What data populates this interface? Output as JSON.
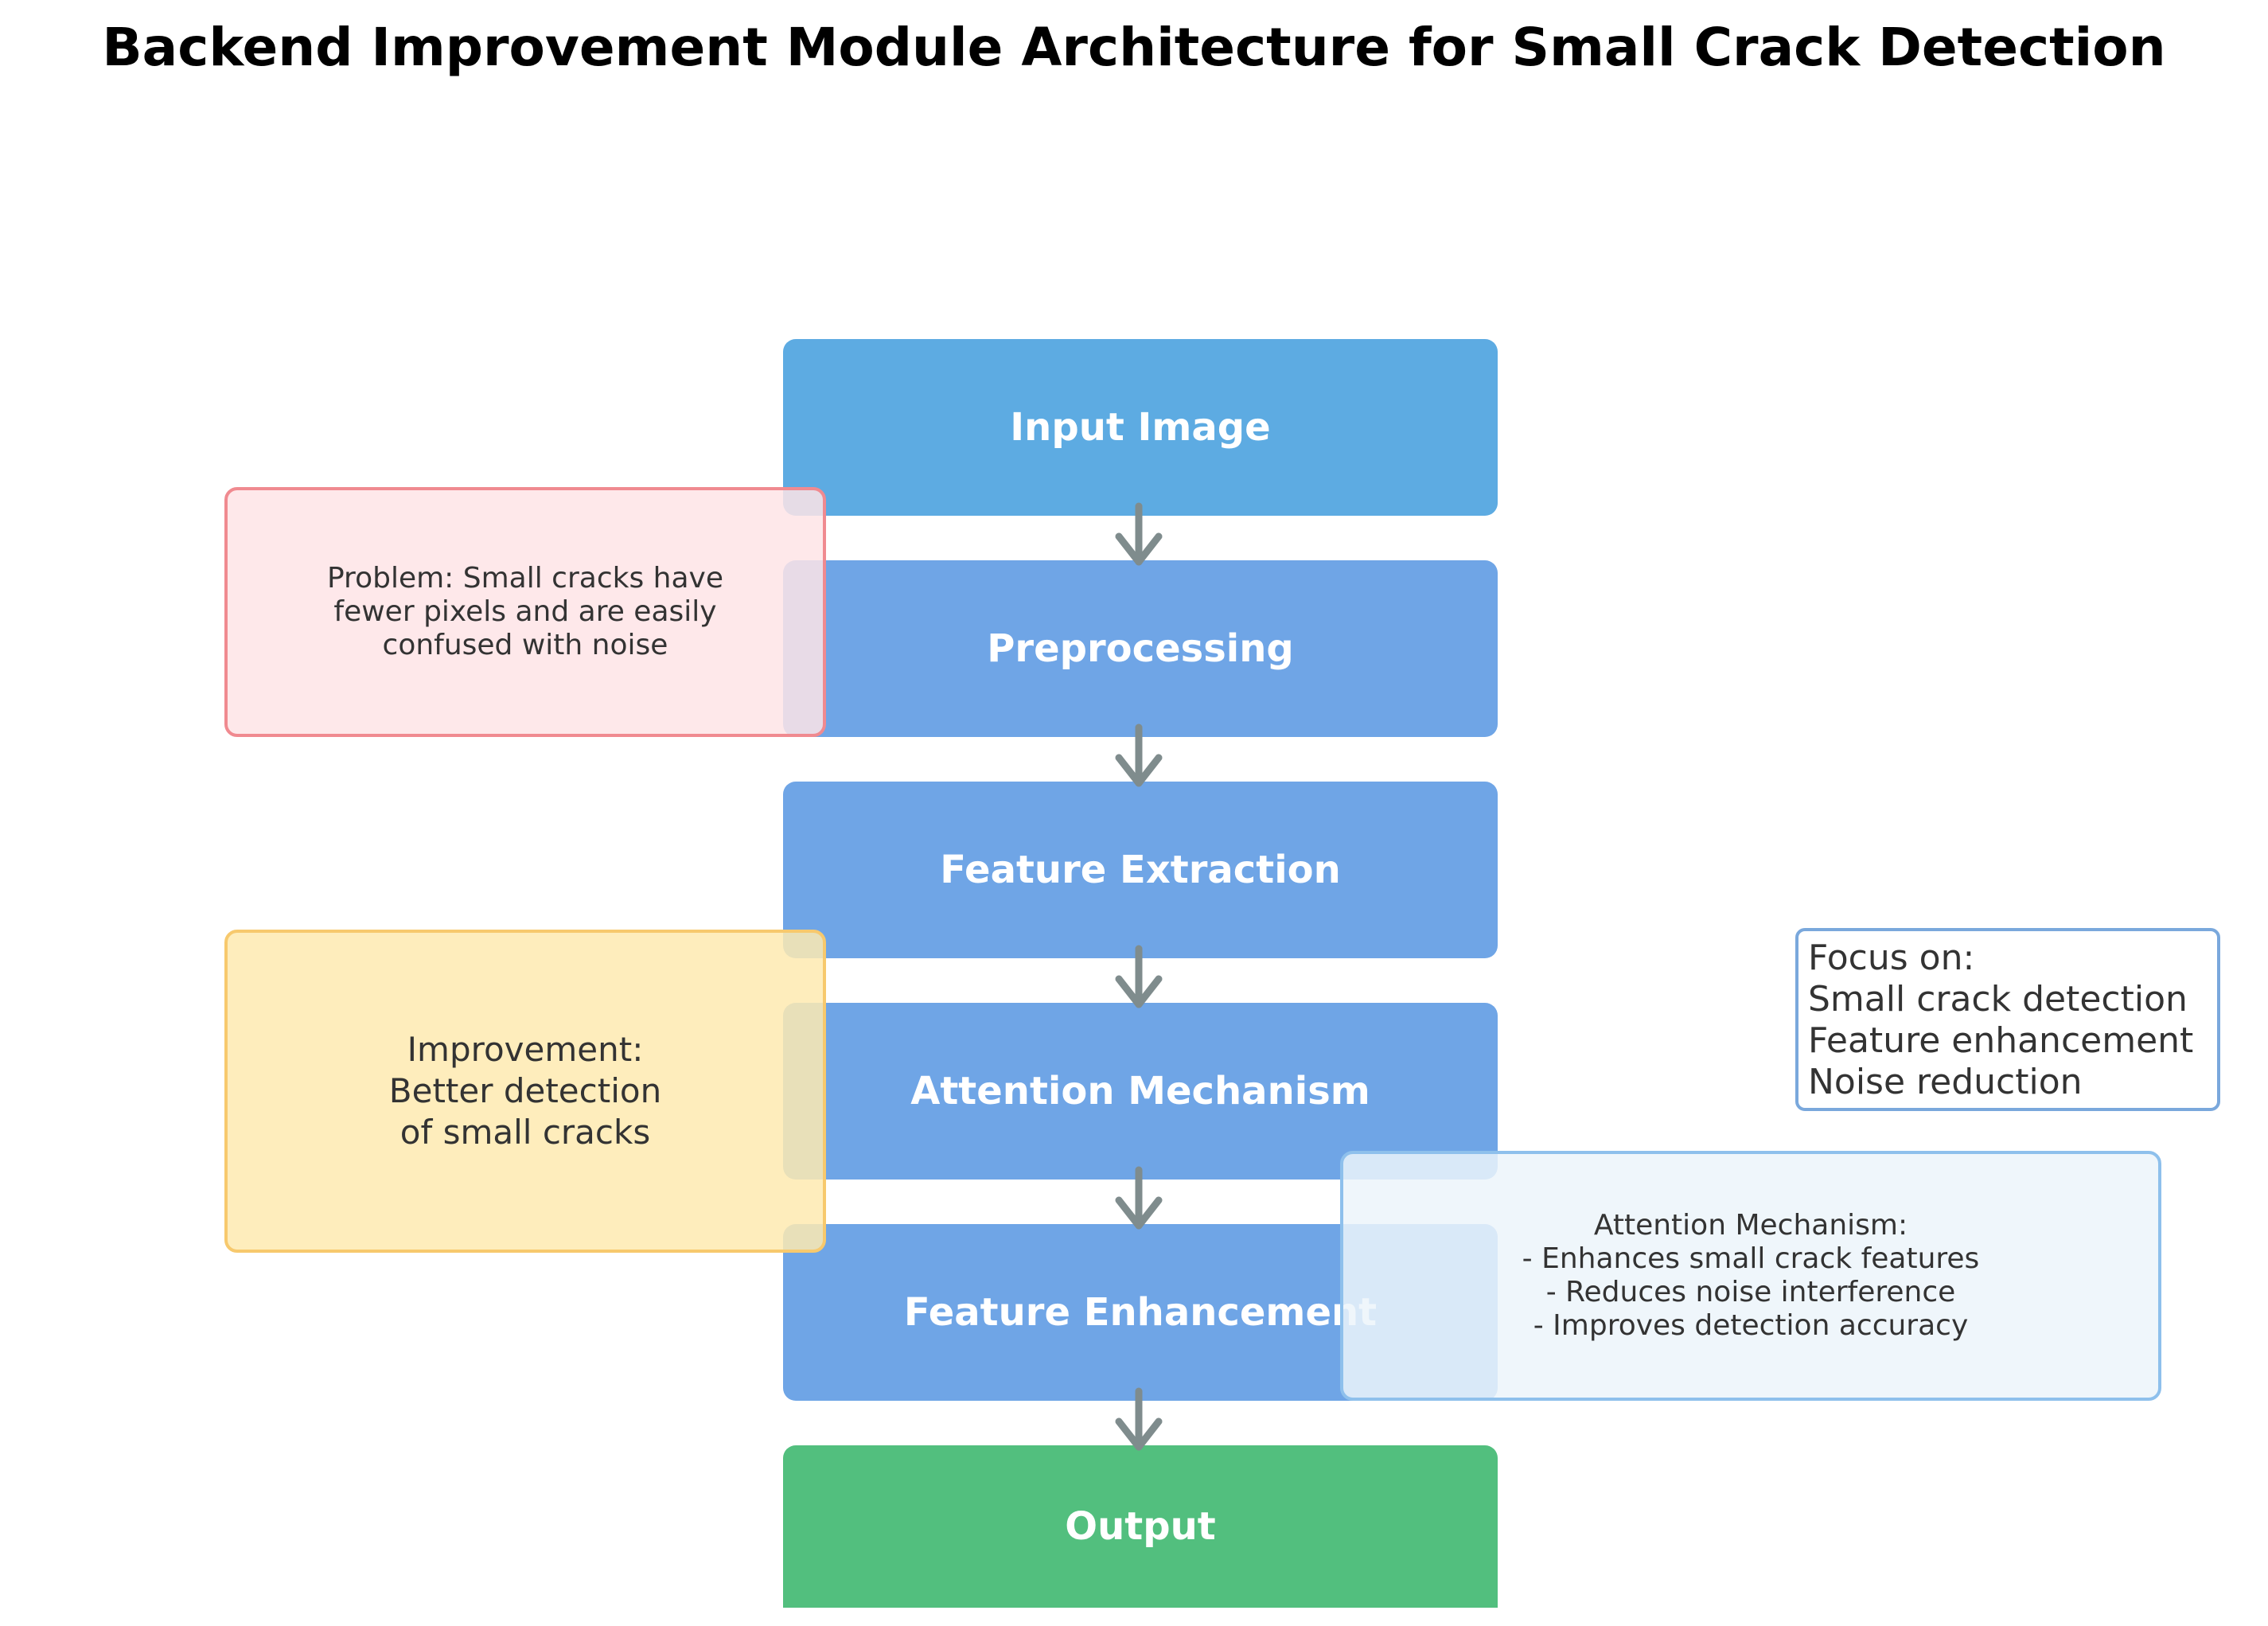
{
  "title": "Backend Improvement Module Architecture for Small Crack Detection",
  "steps": [
    {
      "label": "Input Image",
      "color": "#5dabe2"
    },
    {
      "label": "Preprocessing",
      "color": "#6fa5e6"
    },
    {
      "label": "Feature Extraction",
      "color": "#6fa5e6"
    },
    {
      "label": "Attention Mechanism",
      "color": "#6fa5e6"
    },
    {
      "label": "Feature Enhancement",
      "color": "#6fa5e6"
    },
    {
      "label": "Output",
      "color": "#52bf7e"
    }
  ],
  "notes": {
    "problem": {
      "lines": [
        "Problem: Small cracks have",
        "fewer pixels and are easily",
        "confused with noise"
      ]
    },
    "improvement": {
      "lines": [
        "Improvement:",
        "Better detection",
        "of small cracks"
      ]
    },
    "attention": {
      "lines": [
        "Attention Mechanism:",
        "- Enhances small crack features",
        "- Reduces noise interference",
        "- Improves detection accuracy"
      ]
    },
    "focus": {
      "lines": [
        "Focus on:",
        "Small crack detection",
        "Feature enhancement",
        "Noise reduction"
      ]
    }
  },
  "colors": {
    "arrow": "#7f8c8d"
  }
}
